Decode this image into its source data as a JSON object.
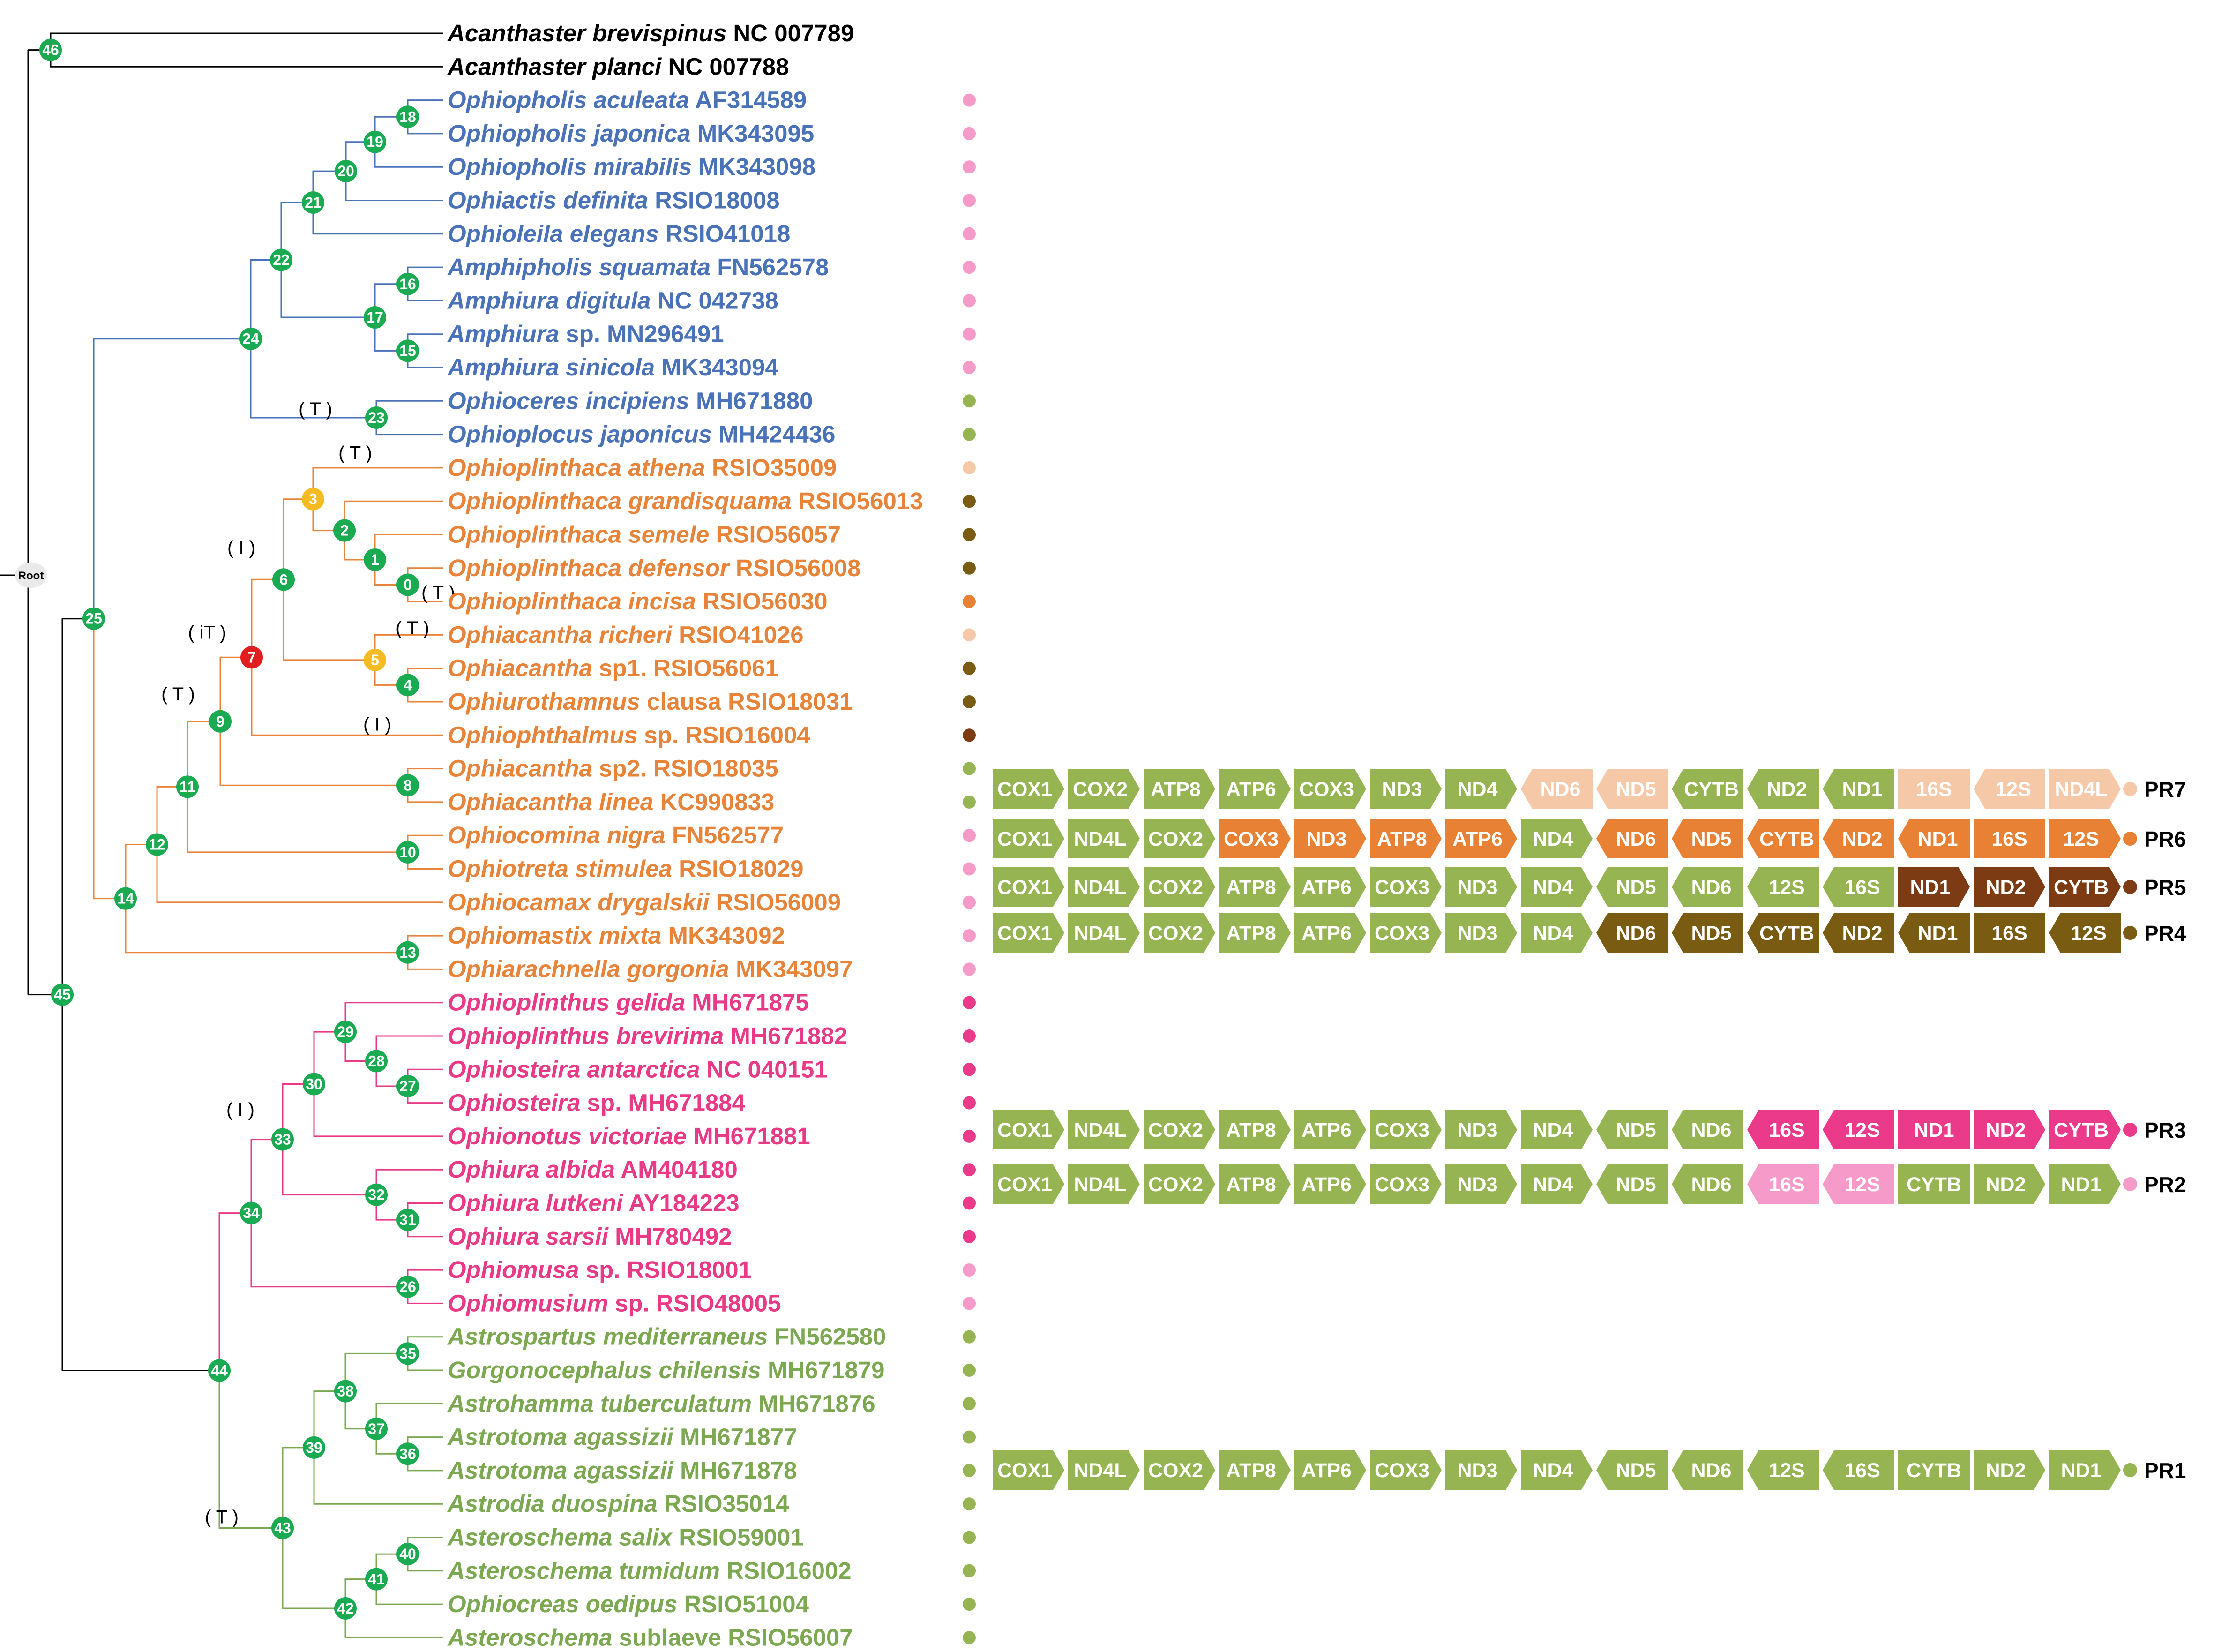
{
  "colors": {
    "outgroup": "#000000",
    "blue": "#4a72b8",
    "orange": "#e8833a",
    "magenta": "#e83a87",
    "green": "#7ba850",
    "node_green": "#1aaa52",
    "node_yellow": "#f6bb23",
    "node_red": "#e11d20",
    "PR1": "#97b453",
    "PR2": "#f59ac9",
    "PR3": "#ec3a8b",
    "PR4": "#7a5b12",
    "PR5": "#7c3b12",
    "PR6": "#e98134",
    "PR7": "#f5c8a8"
  },
  "root_label": "Root",
  "taxa": [
    {
      "species": "Acanthaster brevispinus",
      "acc": "NC 007789",
      "col": "outgroup",
      "dot": null
    },
    {
      "species": "Acanthaster planci",
      "acc": "NC 007788",
      "col": "outgroup",
      "dot": null
    },
    {
      "species": "Ophiopholis aculeata",
      "acc": "AF314589",
      "col": "blue",
      "dot": "PR2"
    },
    {
      "species": "Ophiopholis japonica",
      "acc": "MK343095",
      "col": "blue",
      "dot": "PR2"
    },
    {
      "species": "Ophiopholis mirabilis",
      "acc": "MK343098",
      "col": "blue",
      "dot": "PR2"
    },
    {
      "species": "Ophiactis definita",
      "acc": "RSIO18008",
      "col": "blue",
      "dot": "PR2"
    },
    {
      "species": "Ophioleila elegans",
      "acc": "RSIO41018",
      "col": "blue",
      "dot": "PR2"
    },
    {
      "species": "Amphipholis squamata",
      "acc": "FN562578",
      "col": "blue",
      "dot": "PR2"
    },
    {
      "species": "Amphiura digitula",
      "acc": "NC 042738",
      "col": "blue",
      "dot": "PR2"
    },
    {
      "species": "Amphiura",
      "acc": "sp. MN296491",
      "col": "blue",
      "dot": "PR2"
    },
    {
      "species": "Amphiura sinicola",
      "acc": "MK343094",
      "col": "blue",
      "dot": "PR2"
    },
    {
      "species": "Ophioceres incipiens",
      "acc": "MH671880",
      "col": "blue",
      "dot": "PR1"
    },
    {
      "species": "Ophioplocus japonicus",
      "acc": "MH424436",
      "col": "blue",
      "dot": "PR1"
    },
    {
      "species": "Ophioplinthaca athena",
      "acc": "RSIO35009",
      "col": "orange",
      "dot": "PR7"
    },
    {
      "species": "Ophioplinthaca grandisquama",
      "acc": "RSIO56013",
      "col": "orange",
      "dot": "PR4"
    },
    {
      "species": "Ophioplinthaca semele",
      "acc": "RSIO56057",
      "col": "orange",
      "dot": "PR4"
    },
    {
      "species": "Ophioplinthaca defensor",
      "acc": "RSIO56008",
      "col": "orange",
      "dot": "PR4"
    },
    {
      "species": "Ophioplinthaca incisa",
      "acc": "RSIO56030",
      "col": "orange",
      "dot": "PR6"
    },
    {
      "species": "Ophiacantha richeri",
      "acc": "RSIO41026",
      "col": "orange",
      "dot": "PR7"
    },
    {
      "species": "Ophiacantha",
      "acc": "sp1. RSIO56061",
      "col": "orange",
      "dot": "PR4"
    },
    {
      "species": "Ophiurothamnus",
      "acc": "clausa RSIO18031",
      "col": "orange",
      "dot": "PR4"
    },
    {
      "species": "Ophiophthalmus",
      "acc": "sp. RSIO16004",
      "col": "orange",
      "dot": "PR5"
    },
    {
      "species": "Ophiacantha",
      "acc": "sp2. RSIO18035",
      "col": "orange",
      "dot": "PR1"
    },
    {
      "species": "Ophiacantha linea",
      "acc": "KC990833",
      "col": "orange",
      "dot": "PR1"
    },
    {
      "species": "Ophiocomina nigra",
      "acc": "FN562577",
      "col": "orange",
      "dot": "PR2"
    },
    {
      "species": "Ophiotreta stimulea",
      "acc": "RSIO18029",
      "col": "orange",
      "dot": "PR2"
    },
    {
      "species": "Ophiocamax drygalskii",
      "acc": "RSIO56009",
      "col": "orange",
      "dot": "PR2"
    },
    {
      "species": "Ophiomastix mixta",
      "acc": "MK343092",
      "col": "orange",
      "dot": "PR2"
    },
    {
      "species": "Ophiarachnella gorgonia",
      "acc": "MK343097",
      "col": "orange",
      "dot": "PR2"
    },
    {
      "species": "Ophioplinthus gelida",
      "acc": "MH671875",
      "col": "magenta",
      "dot": "PR3"
    },
    {
      "species": "Ophioplinthus brevirima",
      "acc": "MH671882",
      "col": "magenta",
      "dot": "PR3"
    },
    {
      "species": "Ophiosteira antarctica",
      "acc": "NC 040151",
      "col": "magenta",
      "dot": "PR3"
    },
    {
      "species": "Ophiosteira",
      "acc": "sp. MH671884",
      "col": "magenta",
      "dot": "PR3"
    },
    {
      "species": "Ophionotus victoriae",
      "acc": "MH671881",
      "col": "magenta",
      "dot": "PR3"
    },
    {
      "species": "Ophiura albida",
      "acc": "AM404180",
      "col": "magenta",
      "dot": "PR3"
    },
    {
      "species": "Ophiura lutkeni",
      "acc": "AY184223",
      "col": "magenta",
      "dot": "PR3"
    },
    {
      "species": "Ophiura sarsii",
      "acc": "MH780492",
      "col": "magenta",
      "dot": "PR3"
    },
    {
      "species": "Ophiomusa",
      "acc": "sp. RSIO18001",
      "col": "magenta",
      "dot": "PR2"
    },
    {
      "species": "Ophiomusium",
      "acc": "sp. RSIO48005",
      "col": "magenta",
      "dot": "PR2"
    },
    {
      "species": "Astrospartus mediterraneus",
      "acc": "FN562580",
      "col": "green",
      "dot": "PR1"
    },
    {
      "species": "Gorgonocephalus chilensis",
      "acc": "MH671879",
      "col": "green",
      "dot": "PR1"
    },
    {
      "species": "Astrohamma tuberculatum",
      "acc": "MH671876",
      "col": "green",
      "dot": "PR1"
    },
    {
      "species": "Astrotoma agassizii",
      "acc": "MH671877",
      "col": "green",
      "dot": "PR1"
    },
    {
      "species": "Astrotoma agassizii",
      "acc": "MH671878",
      "col": "green",
      "dot": "PR1"
    },
    {
      "species": "Astrodia duospina",
      "acc": "RSIO35014",
      "col": "green",
      "dot": "PR1"
    },
    {
      "species": "Asteroschema salix",
      "acc": "RSIO59001",
      "col": "green",
      "dot": "PR1"
    },
    {
      "species": "Asteroschema tumidum",
      "acc": "RSIO16002",
      "col": "green",
      "dot": "PR1"
    },
    {
      "species": "Ophiocreas oedipus",
      "acc": "RSIO51004",
      "col": "green",
      "dot": "PR1"
    },
    {
      "species": "Asteroschema",
      "acc": "sublaeve RSIO56007",
      "col": "green",
      "dot": "PR1"
    }
  ],
  "nodes": [
    {
      "id": 0,
      "label": "0",
      "color": "node_green"
    },
    {
      "id": 1,
      "label": "1",
      "color": "node_green"
    },
    {
      "id": 2,
      "label": "2",
      "color": "node_green"
    },
    {
      "id": 3,
      "label": "3",
      "color": "node_yellow"
    },
    {
      "id": 4,
      "label": "4",
      "color": "node_green"
    },
    {
      "id": 5,
      "label": "5",
      "color": "node_yellow"
    },
    {
      "id": 6,
      "label": "6",
      "color": "node_green"
    },
    {
      "id": 7,
      "label": "7",
      "color": "node_red"
    },
    {
      "id": 8,
      "label": "8",
      "color": "node_green"
    },
    {
      "id": 9,
      "label": "9",
      "color": "node_green"
    },
    {
      "id": 10,
      "label": "10",
      "color": "node_green"
    },
    {
      "id": 11,
      "label": "11",
      "color": "node_green"
    },
    {
      "id": 12,
      "label": "12",
      "color": "node_green"
    },
    {
      "id": 13,
      "label": "13",
      "color": "node_green"
    },
    {
      "id": 14,
      "label": "14",
      "color": "node_green"
    },
    {
      "id": 15,
      "label": "15",
      "color": "node_green"
    },
    {
      "id": 16,
      "label": "16",
      "color": "node_green"
    },
    {
      "id": 17,
      "label": "17",
      "color": "node_green"
    },
    {
      "id": 18,
      "label": "18",
      "color": "node_green"
    },
    {
      "id": 19,
      "label": "19",
      "color": "node_green"
    },
    {
      "id": 20,
      "label": "20",
      "color": "node_green"
    },
    {
      "id": 21,
      "label": "21",
      "color": "node_green"
    },
    {
      "id": 22,
      "label": "22",
      "color": "node_green"
    },
    {
      "id": 23,
      "label": "23",
      "color": "node_green"
    },
    {
      "id": 24,
      "label": "24",
      "color": "node_green"
    },
    {
      "id": 25,
      "label": "25",
      "color": "node_green"
    },
    {
      "id": 26,
      "label": "26",
      "color": "node_green"
    },
    {
      "id": 27,
      "label": "27",
      "color": "node_green"
    },
    {
      "id": 28,
      "label": "28",
      "color": "node_green"
    },
    {
      "id": 29,
      "label": "29",
      "color": "node_green"
    },
    {
      "id": 30,
      "label": "30",
      "color": "node_green"
    },
    {
      "id": 31,
      "label": "31",
      "color": "node_green"
    },
    {
      "id": 32,
      "label": "32",
      "color": "node_green"
    },
    {
      "id": 33,
      "label": "33",
      "color": "node_green"
    },
    {
      "id": 34,
      "label": "34",
      "color": "node_green"
    },
    {
      "id": 35,
      "label": "35",
      "color": "node_green"
    },
    {
      "id": 36,
      "label": "36",
      "color": "node_green"
    },
    {
      "id": 37,
      "label": "37",
      "color": "node_green"
    },
    {
      "id": 38,
      "label": "38",
      "color": "node_green"
    },
    {
      "id": 39,
      "label": "39",
      "color": "node_green"
    },
    {
      "id": 40,
      "label": "40",
      "color": "node_green"
    },
    {
      "id": 41,
      "label": "41",
      "color": "node_green"
    },
    {
      "id": 42,
      "label": "42",
      "color": "node_green"
    },
    {
      "id": 43,
      "label": "43",
      "color": "node_green"
    },
    {
      "id": 44,
      "label": "44",
      "color": "node_green"
    },
    {
      "id": 45,
      "label": "45",
      "color": "node_green"
    },
    {
      "id": 46,
      "label": "46",
      "color": "node_green"
    }
  ],
  "events": [
    {
      "label": "( T )",
      "node": 23
    },
    {
      "label": "( T )",
      "node": 3
    },
    {
      "label": "( I )",
      "node": 6
    },
    {
      "label": "( T )",
      "node": 0
    },
    {
      "label": "( T )",
      "node": 5
    },
    {
      "label": "( iT )",
      "node": 7
    },
    {
      "label": "( T )",
      "node": 9
    },
    {
      "label": "( I )",
      "node": 21
    },
    {
      "label": "( I )",
      "node": 33
    },
    {
      "label": "( T )",
      "node": 43
    }
  ],
  "gene_orders": [
    {
      "name": "PR7",
      "genes": [
        {
          "g": "COX1",
          "c": "PR1",
          "d": "f"
        },
        {
          "g": "COX2",
          "c": "PR1",
          "d": "f"
        },
        {
          "g": "ATP8",
          "c": "PR1",
          "d": "f"
        },
        {
          "g": "ATP6",
          "c": "PR1",
          "d": "f"
        },
        {
          "g": "COX3",
          "c": "PR1",
          "d": "f"
        },
        {
          "g": "ND3",
          "c": "PR1",
          "d": "f"
        },
        {
          "g": "ND4",
          "c": "PR1",
          "d": "f"
        },
        {
          "g": "ND6",
          "c": "PR7",
          "d": "r"
        },
        {
          "g": "ND5",
          "c": "PR7",
          "d": "r"
        },
        {
          "g": "CYTB",
          "c": "PR1",
          "d": "r"
        },
        {
          "g": "ND2",
          "c": "PR1",
          "d": "r"
        },
        {
          "g": "ND1",
          "c": "PR1",
          "d": "r"
        },
        {
          "g": "16S",
          "c": "PR7",
          "d": "n"
        },
        {
          "g": "12S",
          "c": "PR7",
          "d": "r"
        },
        {
          "g": "ND4L",
          "c": "PR7",
          "d": "f"
        }
      ]
    },
    {
      "name": "PR6",
      "genes": [
        {
          "g": "COX1",
          "c": "PR1",
          "d": "f"
        },
        {
          "g": "ND4L",
          "c": "PR1",
          "d": "f"
        },
        {
          "g": "COX2",
          "c": "PR1",
          "d": "f"
        },
        {
          "g": "COX3",
          "c": "PR6",
          "d": "f"
        },
        {
          "g": "ND3",
          "c": "PR6",
          "d": "f"
        },
        {
          "g": "ATP8",
          "c": "PR6",
          "d": "f"
        },
        {
          "g": "ATP6",
          "c": "PR6",
          "d": "f"
        },
        {
          "g": "ND4",
          "c": "PR1",
          "d": "f"
        },
        {
          "g": "ND6",
          "c": "PR6",
          "d": "r"
        },
        {
          "g": "ND5",
          "c": "PR6",
          "d": "r"
        },
        {
          "g": "CYTB",
          "c": "PR6",
          "d": "r"
        },
        {
          "g": "ND2",
          "c": "PR6",
          "d": "r"
        },
        {
          "g": "ND1",
          "c": "PR6",
          "d": "r"
        },
        {
          "g": "16S",
          "c": "PR6",
          "d": "n"
        },
        {
          "g": "12S",
          "c": "PR6",
          "d": "f"
        }
      ]
    },
    {
      "name": "PR5",
      "genes": [
        {
          "g": "COX1",
          "c": "PR1",
          "d": "f"
        },
        {
          "g": "ND4L",
          "c": "PR1",
          "d": "f"
        },
        {
          "g": "COX2",
          "c": "PR1",
          "d": "f"
        },
        {
          "g": "ATP8",
          "c": "PR1",
          "d": "f"
        },
        {
          "g": "ATP6",
          "c": "PR1",
          "d": "f"
        },
        {
          "g": "COX3",
          "c": "PR1",
          "d": "f"
        },
        {
          "g": "ND3",
          "c": "PR1",
          "d": "f"
        },
        {
          "g": "ND4",
          "c": "PR1",
          "d": "f"
        },
        {
          "g": "ND5",
          "c": "PR1",
          "d": "r"
        },
        {
          "g": "ND6",
          "c": "PR1",
          "d": "r"
        },
        {
          "g": "12S",
          "c": "PR1",
          "d": "r"
        },
        {
          "g": "16S",
          "c": "PR1",
          "d": "r"
        },
        {
          "g": "ND1",
          "c": "PR5",
          "d": "f"
        },
        {
          "g": "ND2",
          "c": "PR5",
          "d": "f"
        },
        {
          "g": "CYTB",
          "c": "PR5",
          "d": "f"
        }
      ]
    },
    {
      "name": "PR4",
      "genes": [
        {
          "g": "COX1",
          "c": "PR1",
          "d": "f"
        },
        {
          "g": "ND4L",
          "c": "PR1",
          "d": "f"
        },
        {
          "g": "COX2",
          "c": "PR1",
          "d": "f"
        },
        {
          "g": "ATP8",
          "c": "PR1",
          "d": "f"
        },
        {
          "g": "ATP6",
          "c": "PR1",
          "d": "f"
        },
        {
          "g": "COX3",
          "c": "PR1",
          "d": "f"
        },
        {
          "g": "ND3",
          "c": "PR1",
          "d": "f"
        },
        {
          "g": "ND4",
          "c": "PR1",
          "d": "f"
        },
        {
          "g": "ND6",
          "c": "PR4",
          "d": "r"
        },
        {
          "g": "ND5",
          "c": "PR4",
          "d": "r"
        },
        {
          "g": "CYTB",
          "c": "PR4",
          "d": "r"
        },
        {
          "g": "ND2",
          "c": "PR4",
          "d": "r"
        },
        {
          "g": "ND1",
          "c": "PR4",
          "d": "r"
        },
        {
          "g": "16S",
          "c": "PR4",
          "d": "n"
        },
        {
          "g": "12S",
          "c": "PR4",
          "d": "r"
        }
      ]
    },
    {
      "name": "PR3",
      "genes": [
        {
          "g": "COX1",
          "c": "PR1",
          "d": "f"
        },
        {
          "g": "ND4L",
          "c": "PR1",
          "d": "f"
        },
        {
          "g": "COX2",
          "c": "PR1",
          "d": "f"
        },
        {
          "g": "ATP8",
          "c": "PR1",
          "d": "f"
        },
        {
          "g": "ATP6",
          "c": "PR1",
          "d": "f"
        },
        {
          "g": "COX3",
          "c": "PR1",
          "d": "f"
        },
        {
          "g": "ND3",
          "c": "PR1",
          "d": "f"
        },
        {
          "g": "ND4",
          "c": "PR1",
          "d": "f"
        },
        {
          "g": "ND5",
          "c": "PR1",
          "d": "r"
        },
        {
          "g": "ND6",
          "c": "PR1",
          "d": "r"
        },
        {
          "g": "16S",
          "c": "PR3",
          "d": "r"
        },
        {
          "g": "12S",
          "c": "PR3",
          "d": "r"
        },
        {
          "g": "ND1",
          "c": "PR3",
          "d": "n"
        },
        {
          "g": "ND2",
          "c": "PR3",
          "d": "f"
        },
        {
          "g": "CYTB",
          "c": "PR3",
          "d": "f"
        }
      ]
    },
    {
      "name": "PR2",
      "genes": [
        {
          "g": "COX1",
          "c": "PR1",
          "d": "f"
        },
        {
          "g": "ND4L",
          "c": "PR1",
          "d": "f"
        },
        {
          "g": "COX2",
          "c": "PR1",
          "d": "f"
        },
        {
          "g": "ATP8",
          "c": "PR1",
          "d": "f"
        },
        {
          "g": "ATP6",
          "c": "PR1",
          "d": "f"
        },
        {
          "g": "COX3",
          "c": "PR1",
          "d": "f"
        },
        {
          "g": "ND3",
          "c": "PR1",
          "d": "f"
        },
        {
          "g": "ND4",
          "c": "PR1",
          "d": "f"
        },
        {
          "g": "ND5",
          "c": "PR1",
          "d": "r"
        },
        {
          "g": "ND6",
          "c": "PR1",
          "d": "r"
        },
        {
          "g": "16S",
          "c": "PR2",
          "d": "r"
        },
        {
          "g": "12S",
          "c": "PR2",
          "d": "r"
        },
        {
          "g": "CYTB",
          "c": "PR1",
          "d": "n"
        },
        {
          "g": "ND2",
          "c": "PR1",
          "d": "f"
        },
        {
          "g": "ND1",
          "c": "PR1",
          "d": "f"
        }
      ]
    },
    {
      "name": "PR1",
      "genes": [
        {
          "g": "COX1",
          "c": "PR1",
          "d": "f"
        },
        {
          "g": "ND4L",
          "c": "PR1",
          "d": "f"
        },
        {
          "g": "COX2",
          "c": "PR1",
          "d": "f"
        },
        {
          "g": "ATP8",
          "c": "PR1",
          "d": "f"
        },
        {
          "g": "ATP6",
          "c": "PR1",
          "d": "f"
        },
        {
          "g": "COX3",
          "c": "PR1",
          "d": "f"
        },
        {
          "g": "ND3",
          "c": "PR1",
          "d": "f"
        },
        {
          "g": "ND4",
          "c": "PR1",
          "d": "f"
        },
        {
          "g": "ND5",
          "c": "PR1",
          "d": "r"
        },
        {
          "g": "ND6",
          "c": "PR1",
          "d": "r"
        },
        {
          "g": "12S",
          "c": "PR1",
          "d": "r"
        },
        {
          "g": "16S",
          "c": "PR1",
          "d": "r"
        },
        {
          "g": "CYTB",
          "c": "PR1",
          "d": "n"
        },
        {
          "g": "ND2",
          "c": "PR1",
          "d": "f"
        },
        {
          "g": "ND1",
          "c": "PR1",
          "d": "f"
        }
      ]
    }
  ]
}
